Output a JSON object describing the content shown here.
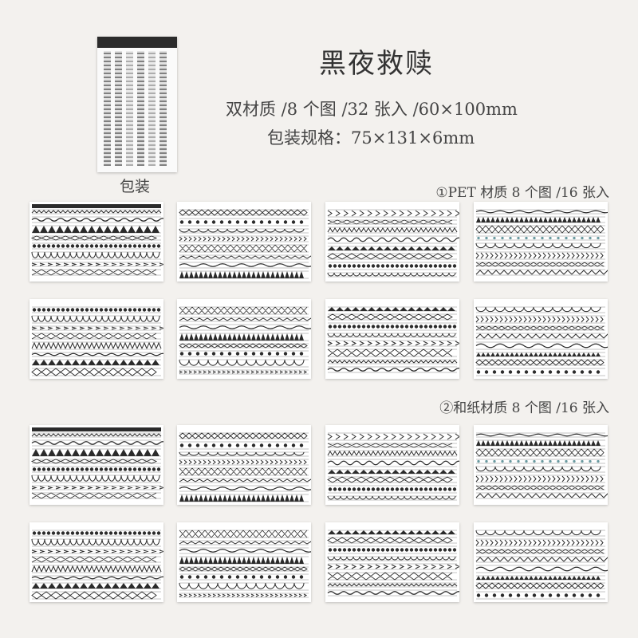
{
  "title": "黑夜救赎",
  "specs": {
    "line1": "双材质 /8 个图 /32 张入 /60×100mm",
    "line2": "包装规格：75×131×6mm"
  },
  "package": {
    "label": "包装"
  },
  "sections": [
    {
      "heading": "①PET 材质  8 个图 /16 张入",
      "material": "PET"
    },
    {
      "heading": "②和纸材质  8 个图 /16 张入",
      "material": "washi"
    }
  ],
  "colors": {
    "background": "#f3f1ee",
    "ink": "#2b2b2b",
    "accent_teal": "#6a9aa0"
  },
  "sticker_patterns": [
    "zigzag",
    "wave",
    "triangles",
    "diamonds",
    "dots",
    "scallop",
    "chevron",
    "cross"
  ]
}
